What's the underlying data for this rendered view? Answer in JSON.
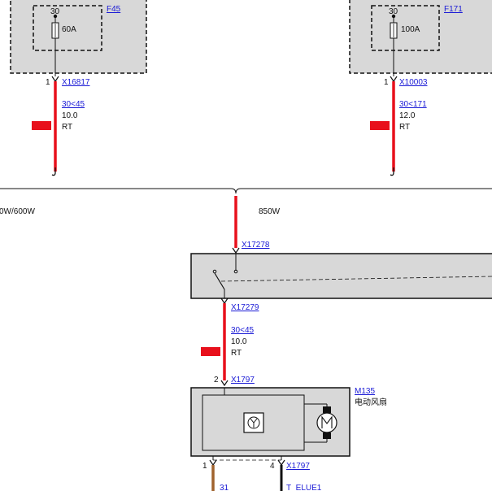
{
  "fuses": {
    "left": {
      "ref": "F45",
      "pin": "30",
      "rating": "60A",
      "out_pin": "1",
      "connector": "X16817",
      "wire": {
        "circuit": "30<45",
        "gauge": "10.0",
        "color_code": "RT"
      }
    },
    "right": {
      "ref": "F171",
      "pin": "30",
      "rating": "100A",
      "out_pin": "1",
      "connector": "X10003",
      "wire": {
        "circuit": "30<171",
        "gauge": "12.0",
        "color_code": "RT"
      }
    }
  },
  "variants": {
    "left_label": "0W/600W",
    "right_label": "850W"
  },
  "relay": {
    "in_connector": "X17278",
    "out_connector": "X17279",
    "wire": {
      "circuit": "30<45",
      "gauge": "10.0",
      "color_code": "RT"
    }
  },
  "fan": {
    "ref": "M135",
    "description": "电动风扇",
    "in_pin": "2",
    "in_connector": "X1797",
    "out_pins": [
      {
        "pin": "1",
        "label": "31"
      },
      {
        "pin": "4",
        "connector": "X1797",
        "label": "T_ELUE1"
      }
    ]
  },
  "colors": {
    "wire_red": "#e8101c",
    "wire_brown": "#a0622d",
    "box_fill": "#d8d8d8",
    "link": "#1a1ad6",
    "color_swatch": "#e8101c"
  }
}
